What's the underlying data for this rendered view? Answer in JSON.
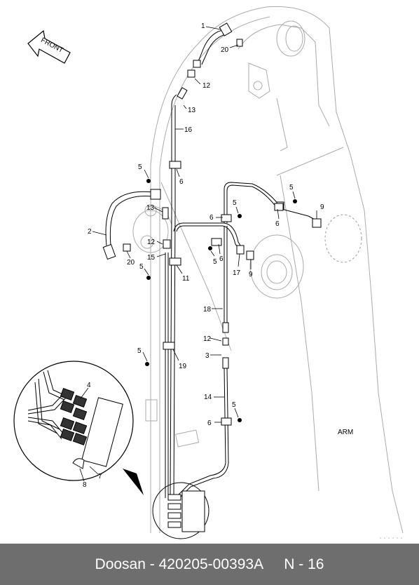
{
  "direction_arrow": {
    "label": "FRONT"
  },
  "part_label": "ARM",
  "callouts": {
    "c1": "1",
    "c20a": "20",
    "c12a": "12",
    "c13a": "13",
    "c16": "16",
    "c5a": "5",
    "c6a": "6",
    "c13b": "13",
    "c2": "2",
    "c12b": "12",
    "c15": "15",
    "c20b": "20",
    "c5b": "5",
    "c11": "11",
    "c5c": "5",
    "c19": "19",
    "c5d": "5",
    "c9a": "9",
    "c6b": "6",
    "c5e": "5",
    "c6c": "6",
    "c5f": "5",
    "c6d": "6",
    "c17": "17",
    "c9b": "9",
    "c18": "18",
    "c12c": "12",
    "c3": "3",
    "c14": "14",
    "c5g": "5",
    "c6e": "6",
    "c4": "4",
    "c7": "7",
    "c8": "8"
  },
  "footer": {
    "brand": "Doosan",
    "separator": "-",
    "part_number": "420205-00393A",
    "page": "N - 16"
  }
}
